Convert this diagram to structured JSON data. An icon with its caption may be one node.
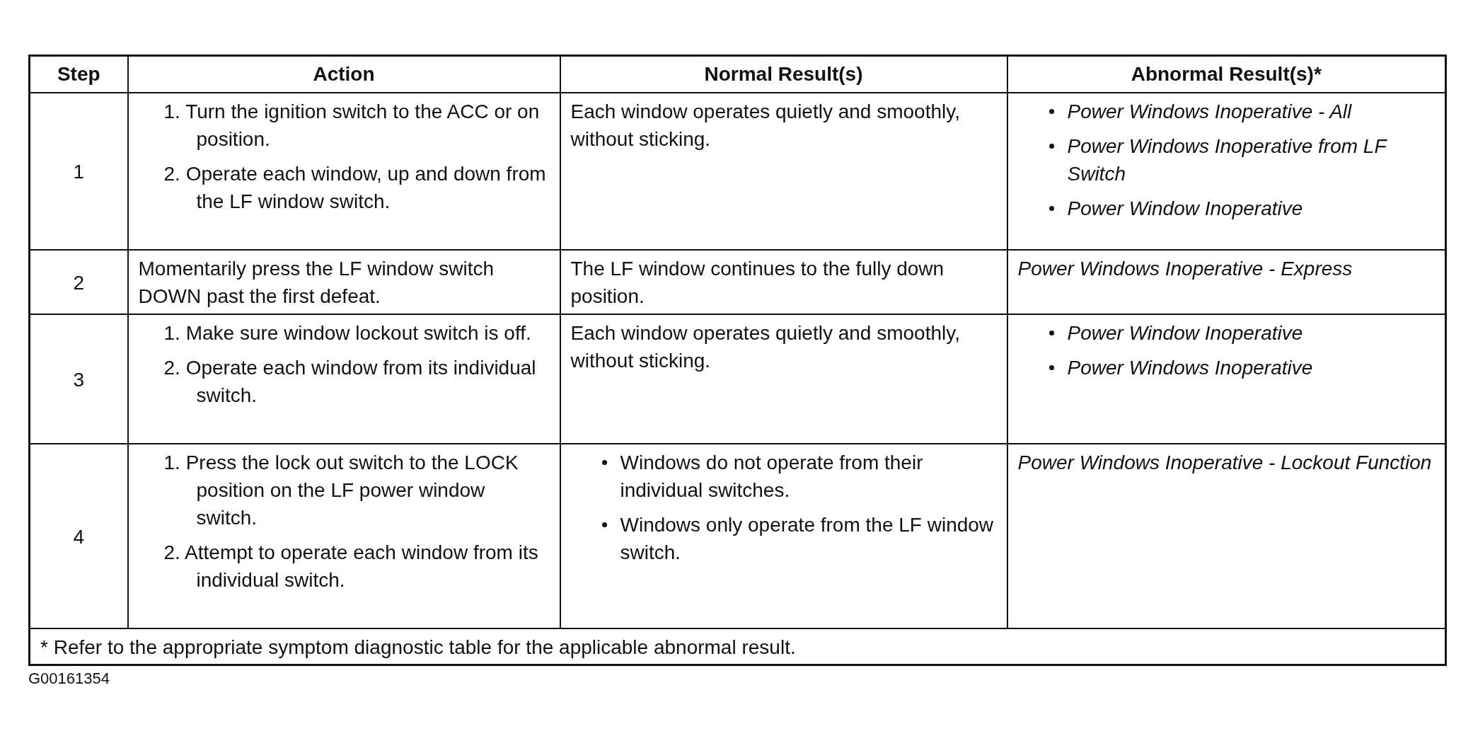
{
  "diagram": {
    "labels": [
      "Step",
      "Action",
      "Normal Result(s)",
      "Abnormal Result(s)*",
      "1",
      "1. Turn the ignition switch to the ACC or on position.",
      "2. Operate each window, up and down from the LF window switch.",
      "Each window operates quietly and smoothly, without sticking.",
      "Power Windows Inoperative - All",
      "Power Windows Inoperative from LF Switch",
      "Power Window Inoperative",
      "2",
      "Momentarily press the LF window switch DOWN past the first defeat.",
      "The LF window continues to the fully down position.",
      "Power Windows Inoperative - Express",
      "3",
      "1. Make sure window lockout switch is off.",
      "2. Operate each window from its individual switch.",
      "Each window operates quietly and smoothly, without sticking.",
      "Power Window Inoperative",
      "Power Windows Inoperative",
      "4",
      "1. Press the lock out switch to the LOCK position on the LF power window switch.",
      "2. Attempt to operate each window from its individual switch.",
      "Windows do not operate from their individual switches.",
      "Windows only operate from the LF window switch.",
      "Power Windows Inoperative - Lockout Function",
      "* Refer to the appropriate symptom diagnostic table for the applicable abnormal result.",
      "G00161354"
    ]
  }
}
